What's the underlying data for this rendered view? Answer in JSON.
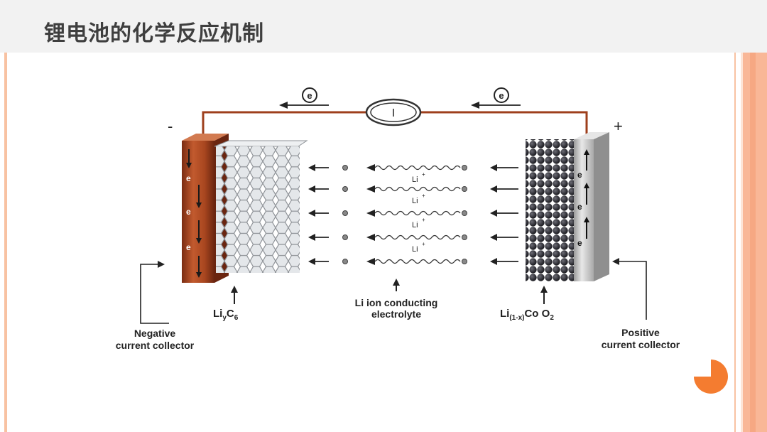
{
  "slide": {
    "title": "锂电池的化学反应机制"
  },
  "diagram": {
    "electron_symbol": "e",
    "meter_symbol": "I",
    "minus_sign": "-",
    "plus_sign": "+",
    "electrode_electron_label": "e",
    "ion_label": "Li",
    "ion_charge": "+",
    "label_anode": {
      "base": "Li",
      "sub1": "y",
      "mid": "C",
      "sub2": "6"
    },
    "label_electrolyte": [
      "Li ion conducting",
      "electrolyte"
    ],
    "label_cathode": {
      "base": "Li",
      "sub1": "(1-x)",
      "mid": "Co O",
      "sub2": "2"
    },
    "label_negative": [
      "Negative",
      "current collector"
    ],
    "label_positive": [
      "Positive",
      "current collector"
    ],
    "colors": {
      "copper": "#b4502a",
      "copper_dark": "#7a2c12",
      "aluminum": "#cfcfcf",
      "cathode": "#2f2f35",
      "graphite": "#d6d9dc",
      "accent": "#f47c30"
    }
  }
}
